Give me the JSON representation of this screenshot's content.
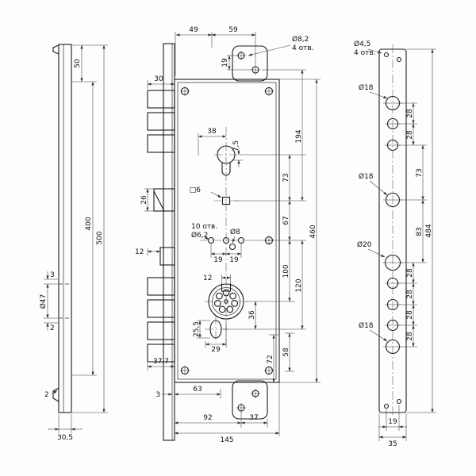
{
  "drawing": {
    "left": {
      "d50": "50",
      "d400": "400",
      "d500": "500",
      "d47": "Ø47",
      "d3": "3",
      "d2a": "2",
      "d2b": "2",
      "d30_5": "30,5"
    },
    "center": {
      "d49": "49",
      "d59": "59",
      "d19_flange": "19",
      "d8_2": "Ø8,2",
      "holes4": "4 отв.",
      "d30": "30",
      "d38": "38",
      "d7_5": "7,5",
      "d26": "26",
      "sq6": "□6",
      "holes10": "10 отв.",
      "d6_2": "Ø6,2",
      "d8": "Ø8",
      "d12_left": "12",
      "d12_gear": "12",
      "d19a": "19",
      "d19b": "19",
      "d73": "73",
      "d194": "194",
      "d67": "67",
      "d460": "460",
      "d100": "100",
      "d120": "120",
      "d36": "36",
      "d25_5": "25,5",
      "d29": "29",
      "d58": "58",
      "d72": "72",
      "d37_7": "37,7",
      "d3b": "3",
      "d63": "63",
      "d92": "92",
      "d37": "37",
      "d145": "145"
    },
    "right": {
      "d4_5": "Ø4,5",
      "holes4": "4 отв.",
      "d18a": "Ø18",
      "d18b": "Ø18",
      "d20": "Ø20",
      "d18c": "Ø18",
      "d28a": "28",
      "d28b": "28",
      "d28c": "28",
      "d28d": "28",
      "d28e": "28",
      "d28f": "28",
      "d73": "73",
      "d83": "83",
      "d484": "484",
      "d19": "19",
      "d35": "35"
    }
  }
}
